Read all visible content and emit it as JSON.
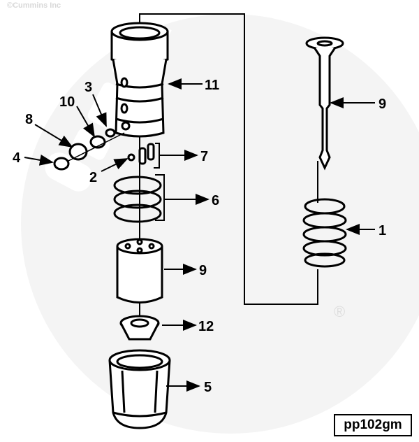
{
  "copyright": "©Cummins Inc",
  "watermark": "Cummins",
  "registered_mark": "®",
  "figure_code": "pp102gm",
  "callouts": {
    "c11": "11",
    "c9_top": "9",
    "c3": "3",
    "c10": "10",
    "c8": "8",
    "c4": "4",
    "c7": "7",
    "c2": "2",
    "c6": "6",
    "c1": "1",
    "c9_filter": "9",
    "c12": "12",
    "c5": "5"
  }
}
